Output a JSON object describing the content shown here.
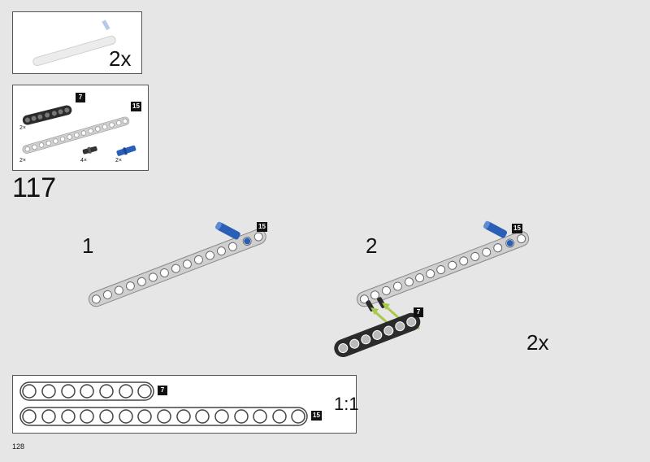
{
  "subassembly": {
    "multiplier": "2x"
  },
  "parts_list": {
    "items": [
      {
        "name": "black-beam-7",
        "length_tag": "7",
        "qty": "2×"
      },
      {
        "name": "gray-beam-15",
        "length_tag": "15",
        "qty": "2×"
      },
      {
        "name": "black-pin",
        "qty": "4×"
      },
      {
        "name": "blue-axle-pin",
        "qty": "2×"
      }
    ]
  },
  "step": {
    "number": "117"
  },
  "substeps": [
    {
      "number": "1",
      "beam_tag": "15"
    },
    {
      "number": "2",
      "beam_tag": "15",
      "second_tag": "7",
      "multiplier": "2x"
    }
  ],
  "scale_guide": {
    "beams": [
      {
        "length": "7"
      },
      {
        "length": "15"
      }
    ],
    "scale_label": "1:1"
  },
  "page_number": "128",
  "colors": {
    "black_beam": "#2b2b2b",
    "gray_beam": "#c9c9c9",
    "blue_pin": "#2a5fb8",
    "arrow": "#a6c94a"
  }
}
